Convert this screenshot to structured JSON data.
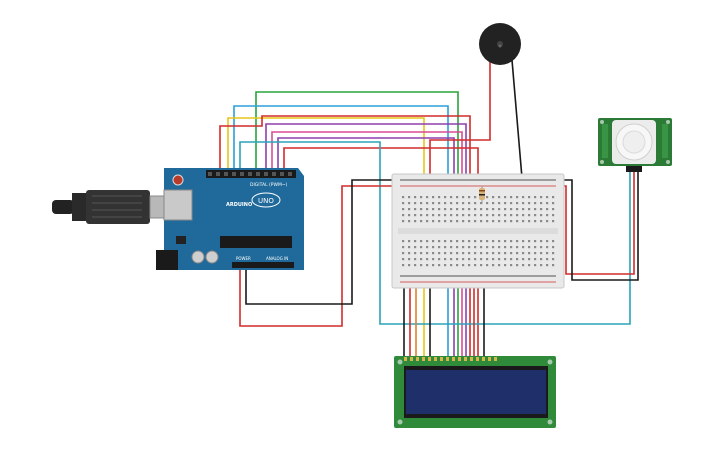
{
  "arduino": {
    "brand": "ARDUINO",
    "model": "UNO",
    "digital_label": "DIGITAL (PWM~)",
    "power_label": "POWER",
    "analog_label": "ANALOG IN"
  },
  "colors": {
    "arduino_board": "#1f6a9a",
    "breadboard": "#e9e9e9",
    "lcd_pcb": "#2f8a3a",
    "lcd_screen": "#1f2f6a",
    "pir_pcb": "#2b7a36",
    "buzzer": "#222222",
    "wire_red": "#d22b2b",
    "wire_black": "#1a1a1a",
    "wire_yellow": "#e6c619",
    "wire_green": "#2aa33c",
    "wire_blue": "#2a9fd8",
    "wire_purple": "#8e3fae",
    "wire_pink": "#d94c92",
    "wire_teal": "#2aa3b8"
  },
  "icons": {
    "usb_cable": "usb-cable-icon",
    "buzzer": "piezo-buzzer-icon",
    "pir": "pir-sensor-icon",
    "resistor": "resistor-icon"
  }
}
